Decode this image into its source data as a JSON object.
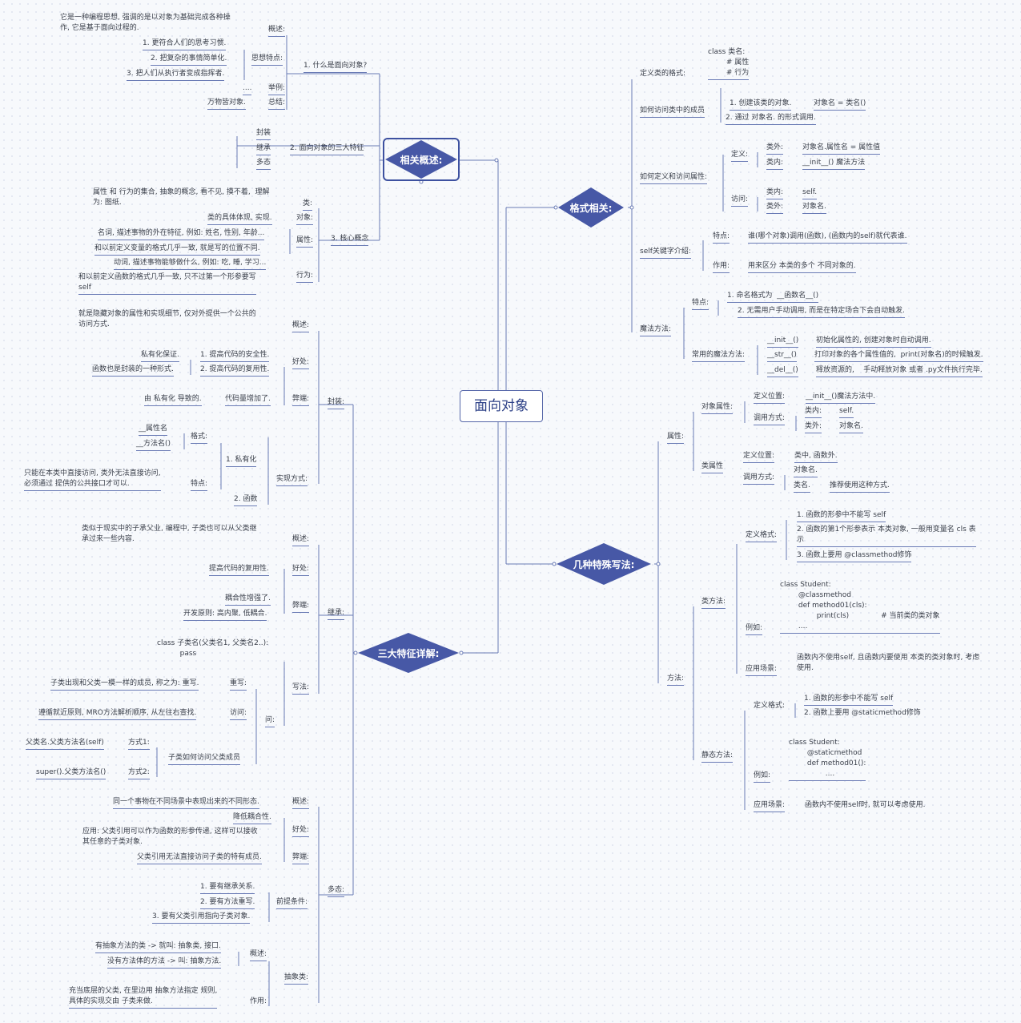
{
  "central": "面向对象",
  "branch_labels": {
    "related": "相关概述:",
    "three": "三大特征详解:",
    "format": "格式相关:",
    "special": "几种特殊写法:"
  },
  "texts": [
    "它是一种编程思想, 强调的是以对象为基础完成各种操\n作, 它是基于面向过程的.",
    "概述:",
    "1. 更符合人们的思考习惯.",
    "2. 把复杂的事情简单化.",
    "3. 把人们从执行者变成指挥者.",
    "思想特点:",
    "1. 什么是面向对象?",
    "....",
    "举例:",
    "万物皆对象.",
    "总结:",
    "封装",
    "继承",
    "多态",
    "2. 面向对象的三大特征",
    "属性 和 行为的集合, 抽象的概念, 看不见, 摸不着,  理解\n为: 图纸.",
    "类:",
    "类的具体体现, 实现.",
    "对象:",
    "名词, 描述事物的外在特征, 例如: 姓名, 性别, 年龄...",
    "和以前定义变量的格式几乎一致, 就是写的位置不同.",
    "属性:",
    "3. 核心概念",
    "动词, 描述事物能够做什么, 例如: 吃, 睡, 学习...",
    "和以前定义函数的格式几乎一致, 只不过第一个形参要写\nself",
    "行为:",
    "就是隐藏对象的属性和实现细节, 仅对外提供一个公共的\n访问方式.",
    "概述:",
    "私有化保证.",
    "1. 提高代码的安全性.",
    "函数也是封装的一种形式.",
    "2. 提高代码的复用性.",
    "好处:",
    "由 私有化 导致的.",
    "代码量增加了.",
    "弊端:",
    "封装:",
    "__属性名",
    "__方法名()",
    "格式:",
    "1. 私有化",
    "只能在本类中直接访问, 类外无法直接访问,\n必须通过 提供的公共接口才可以.",
    "特点:",
    "实现方式:",
    "2. 函数",
    "类似于现实中的子承父业, 编程中, 子类也可以从父类继\n承过来一些内容.",
    "概述:",
    "提高代码的复用性.",
    "好处:",
    "耦合性增强了.",
    "开发原则: 高内聚, 低耦合.",
    "弊端:",
    "继承:",
    "class 子类名(父类名1, 父类名2..):\n          pass",
    "写法:",
    "子类出现和父类一模一样的成员, 称之为: 重写.",
    "重写:",
    "遵循就近原则, MRO方法解析顺序, 从左往右查找.",
    "访问:",
    "问:",
    "父类名.父类方法名(self)",
    "方式1:",
    "子类如何访问父类成员",
    "super().父类方法名()",
    "方式2:",
    "同一个事物在不同场景中表现出来的不同形态.",
    "概述:",
    "降低耦合性.",
    "应用: 父类引用可以作为函数的形参传递, 这样可以接收\n其任意的子类对象.",
    "好处:",
    "父类引用无法直接访问子类的特有成员.",
    "弊端:",
    "多态:",
    "1. 要有继承关系.",
    "2. 要有方法重写.",
    "3. 要有父类引用指向子类对象.",
    "前提条件:",
    "有抽象方法的类 -> 就叫: 抽象类, 接口.",
    "没有方法体的方法 -> 叫: 抽象方法.",
    "概述:",
    "充当底层的父类, 在里边用 抽象方法指定 规则,\n具体的实现交由 子类来做.",
    "作用:",
    "抽象类:",
    "class 类名:\n        # 属性\n        # 行为",
    "定义类的格式:",
    "如何访问类中的成员",
    "1. 创建该类的对象.",
    "对象名 = 类名()",
    "2. 通过 对象名. 的形式调用.",
    "如何定义和访问属性:",
    "定义:",
    "类外:",
    "对象名.属性名 = 属性值",
    "类内:",
    "__init__() 魔法方法",
    "访问:",
    "类内:",
    "self.",
    "类外:",
    "对象名.",
    "self关键字介绍:",
    "特点:",
    "谁(哪个对象)调用(函数), (函数内的self)就代表谁.",
    "作用:",
    "用来区分 本类的多个 不同对象的.",
    "魔法方法:",
    "特点:",
    "1. 命名格式为  __函数名__()",
    "2. 无需用户手动调用, 而是在特定场合下会自动触发.",
    "常用的魔法方法:",
    "__init__()",
    "初始化属性的, 创建对象时自动调用.",
    "__str__()",
    "打印对象的各个属性值的,  print(对象名)的时候触发.",
    "__del__()",
    "释放资源的,    手动释放对象 或者 .py文件执行完毕.",
    "属性:",
    "对象属性:",
    "定义位置:",
    "__init__()魔法方法中.",
    "调用方式:",
    "类内:",
    "self.",
    "类外:",
    "对象名.",
    "类属性",
    "定义位置:",
    "类中, 函数外.",
    "调用方式:",
    "对象名.",
    "类名.",
    "推荐使用这种方式.",
    "方法:",
    "类方法:",
    "定义格式:",
    "1. 函数的形参中不能写 self",
    "2. 函数的第1个形参表示 本类对象, 一般用变量名 cls 表\n示",
    "3. 函数上要用 @classmethod修饰",
    "例如:",
    "class Student:\n        @classmethod\n        def method01(cls):\n                print(cls)              # 当前类的类对象\n        ....",
    "应用场景:",
    "函数内不使用self, 且函数内要使用 本类的类对象时, 考虑\n使用.",
    "静态方法:",
    "定义格式:",
    "1. 函数的形参中不能写 self",
    "2. 函数上要用 @staticmethod修饰",
    "例如:",
    "class Student:\n        @staticmethod\n        def method01():\n                ....",
    "应用场景:",
    "函数内不使用self时, 就可以考虑使用."
  ]
}
